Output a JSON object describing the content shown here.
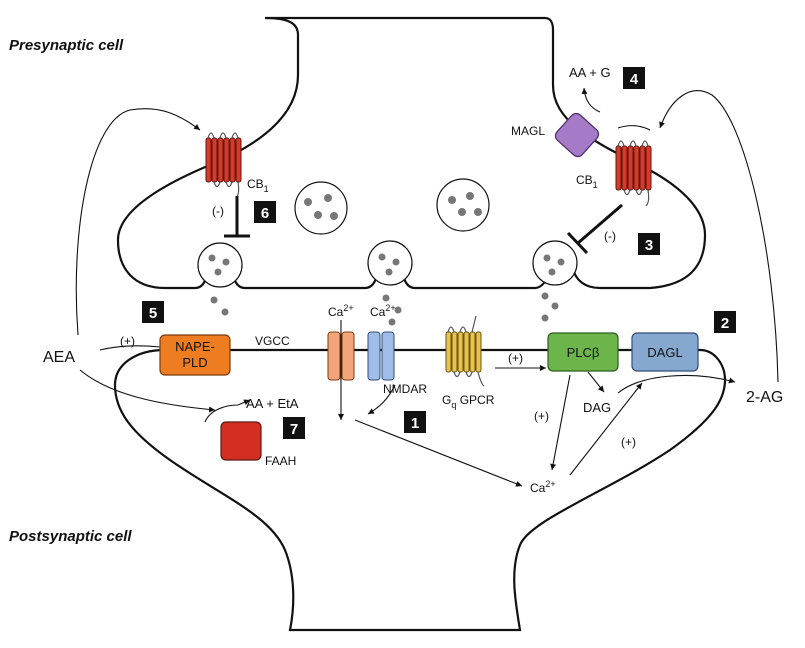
{
  "titles": {
    "presynaptic": "Presynaptic cell",
    "postsynaptic": "Postsynaptic cell"
  },
  "steps": [
    "1",
    "2",
    "3",
    "4",
    "5",
    "6",
    "7"
  ],
  "labels": {
    "aa_g": "AA + G",
    "magl": "MAGL",
    "cb1": "CB",
    "cb1_sub": "1",
    "inhib": "(-)",
    "aea": "AEA",
    "plus": "(+)",
    "nape_line1": "NAPE-",
    "nape_line2": "PLD",
    "vgcc": "VGCC",
    "ca": "Ca",
    "ca_sup": "2+",
    "nmdar": "NMDAR",
    "gq_g": "G",
    "gq_sub": "q",
    "gpcr": " GPCR",
    "plcb": "PLCβ",
    "dagl": "DAGL",
    "dag": "DAG",
    "two_ag": "2-AG",
    "aa_eta": "AA + EtA",
    "faah": "FAAH"
  },
  "colors": {
    "cb1_receptor": "#d9392b",
    "magl": "#a57bc7",
    "nape_pld": "#ee7d22",
    "vgcc": "#f2a47a",
    "nmdar": "#9fbde6",
    "gpcr": "#e8c34a",
    "plcb": "#6bb54a",
    "dagl": "#86a8cf",
    "faah": "#d42e22"
  }
}
